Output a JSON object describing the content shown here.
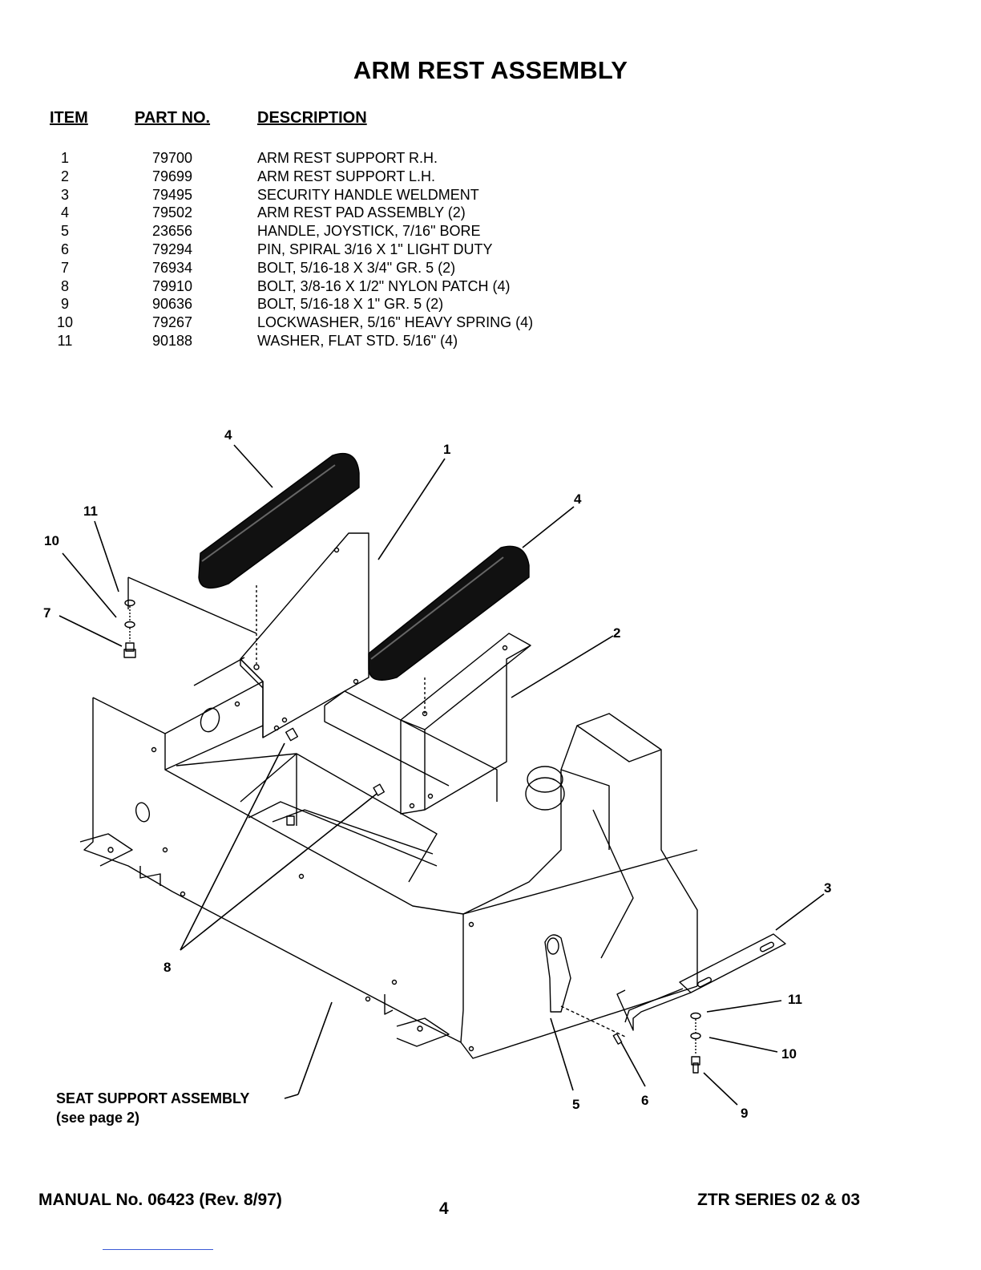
{
  "title": "ARM REST ASSEMBLY",
  "columns": {
    "item": "ITEM",
    "part_no": "PART NO.",
    "description": "DESCRIPTION"
  },
  "parts": [
    {
      "item": "1",
      "part_no": "79700",
      "description": "ARM REST SUPPORT R.H."
    },
    {
      "item": "2",
      "part_no": "79699",
      "description": "ARM REST SUPPORT L.H."
    },
    {
      "item": "3",
      "part_no": "79495",
      "description": "SECURITY HANDLE WELDMENT"
    },
    {
      "item": "4",
      "part_no": "79502",
      "description": "ARM REST PAD ASSEMBLY  (2)"
    },
    {
      "item": "5",
      "part_no": "23656",
      "description": "HANDLE, JOYSTICK, 7/16\" BORE"
    },
    {
      "item": "6",
      "part_no": "79294",
      "description": "PIN, SPIRAL 3/16 X 1\" LIGHT DUTY"
    },
    {
      "item": "7",
      "part_no": "76934",
      "description": "BOLT, 5/16-18 X 3/4\" GR. 5  (2)"
    },
    {
      "item": "8",
      "part_no": "79910",
      "description": "BOLT, 3/8-16 X 1/2\" NYLON PATCH  (4)"
    },
    {
      "item": "9",
      "part_no": "90636",
      "description": "BOLT, 5/16-18 X 1\" GR. 5  (2)"
    },
    {
      "item": "10",
      "part_no": "79267",
      "description": "LOCKWASHER, 5/16\" HEAVY SPRING  (4)"
    },
    {
      "item": "11",
      "part_no": "90188",
      "description": "WASHER, FLAT STD. 5/16\"  (4)"
    }
  ],
  "diagram": {
    "callouts": [
      "4",
      "1",
      "4",
      "11",
      "10",
      "7",
      "2",
      "3",
      "11",
      "10",
      "8",
      "5",
      "6",
      "9"
    ],
    "seat_support_label": "SEAT SUPPORT ASSEMBLY",
    "seat_support_ref": "(see page 2)"
  },
  "footer": {
    "manual": "MANUAL No. 06423  (Rev. 8/97)",
    "page": "4",
    "series": "ZTR SERIES 02 & 03"
  }
}
